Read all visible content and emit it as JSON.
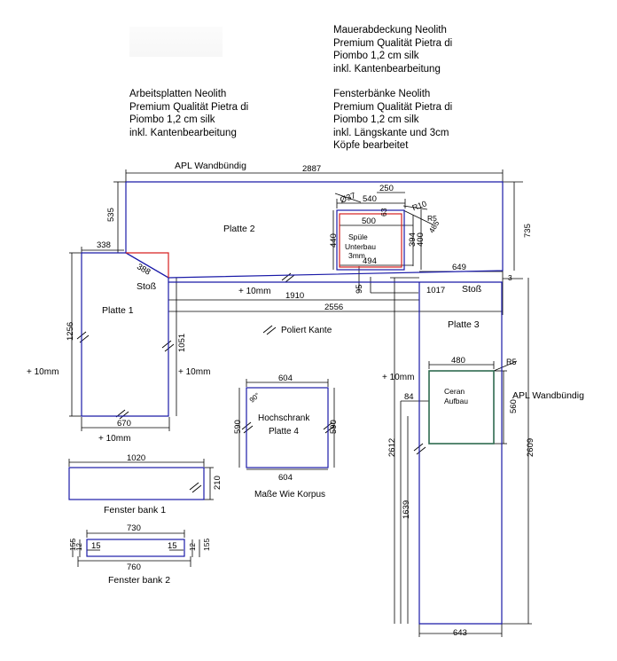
{
  "notes": {
    "arbeitsplatten": [
      "Arbeitsplatten Neolith",
      "Premium Qualität Pietra di",
      "Piombo 1,2 cm silk",
      "inkl. Kantenbearbeitung"
    ],
    "mauerabdeckung": [
      "Mauerabdeckung Neolith",
      "Premium Qualität Pietra di",
      "Piombo 1,2 cm silk",
      "inkl. Kantenbearbeitung"
    ],
    "fensterbaenke": [
      "Fensterbänke Neolith",
      "Premium Qualität Pietra di",
      "Piombo 1,2 cm silk",
      "inkl. Längskante und 3cm",
      "Köpfe bearbeitet"
    ]
  },
  "labels": {
    "apl_top": "APL Wandbündig",
    "apl_right": "APL Wandbündig",
    "platte1": "Platte 1",
    "platte2": "Platte 2",
    "platte3": "Platte 3",
    "hochschrank": "Hochschrank",
    "platte4": "Platte 4",
    "spuele": "Spüle",
    "unterbau": "Unterbau",
    "mm3": "3mm",
    "ceran": "Ceran",
    "aufbau": "Aufbau",
    "stoss_left": "Stoß",
    "stoss_right": "Stoß",
    "poliert": "Poliert Kante",
    "masse": "Maße Wie Korpus",
    "fb1": "Fenster bank 1",
    "fb2": "Fenster bank 2",
    "plus_top": "+ 10mm",
    "plus_left": "+ 10mm",
    "plus_1051": "+ 10mm",
    "plus_bottom": "+ 10mm",
    "plus_right": "+ 10mm",
    "angle": "90°"
  },
  "dims": {
    "d2887": "2887",
    "d735": "735",
    "d535": "535",
    "d338": "338",
    "d388": "388",
    "d1256": "1256",
    "d1051": "1051",
    "d670": "670",
    "d1910": "1910",
    "d2556": "2556",
    "d95": "95",
    "d1017": "1017",
    "d649": "649",
    "d3": "3",
    "d250": "250",
    "d540": "540",
    "dphi37": "Ø37",
    "d63": "63",
    "dR10": "R10",
    "dR5a": "R5",
    "d485": "485",
    "d500": "500",
    "d494": "494",
    "d440": "440",
    "d394": "394",
    "d400": "400",
    "d480": "480",
    "dR5b": "R5",
    "d84": "84",
    "d560": "560",
    "d2612": "2612",
    "d2609": "2609",
    "d1639": "1639",
    "d643": "643",
    "d604a": "604",
    "d604b": "604",
    "d590a": "590",
    "d590b": "590",
    "d1020": "1020",
    "d210": "210",
    "d730": "730",
    "d760": "760",
    "d15a": "15",
    "d15b": "15",
    "d155a": "155",
    "d155b": "155",
    "d12a": "12",
    "d12b": "12"
  },
  "colors": {
    "outline": "#1a1aa8",
    "dim": "#000000",
    "sink_red": "#d62020",
    "hob_green": "#2f6b4f"
  }
}
